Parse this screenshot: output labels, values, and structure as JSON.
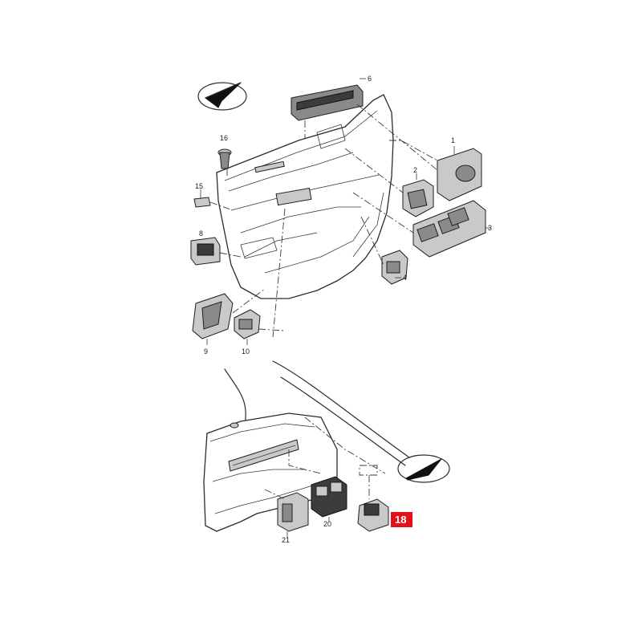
{
  "callouts": {
    "c1": "1",
    "c2": "2",
    "c3": "3",
    "c4": "4",
    "c6": "6",
    "c8": "8",
    "c9": "9",
    "c10": "10",
    "c15": "15",
    "c16": "16",
    "c20": "20",
    "c21": "21"
  },
  "highlight": {
    "label": "18",
    "color": "#e3101c"
  },
  "icons": [
    "compass-arrow-icon",
    "compass-arrow-icon"
  ]
}
